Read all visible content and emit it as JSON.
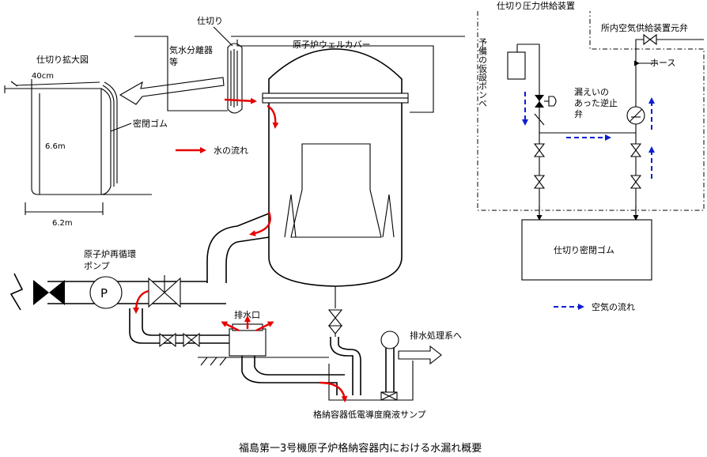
{
  "labels": {
    "partition": "仕切り",
    "enlarged_view": "仕切り拡大図",
    "separator_line1": "気水分離器",
    "separator_line2": "等",
    "well_cover": "原子炉ウェルカバー",
    "seal_rubber": "密閉ゴム",
    "dim_thickness": "40cm",
    "dim_height": "6.6m",
    "dim_width": "6.2m",
    "water_flow_legend": "水の流れ",
    "recirc_pump_line1": "原子炉再循環",
    "recirc_pump_line2": "ポンプ",
    "pump_symbol": "P",
    "drain_port": "排水口",
    "to_drain_system": "排水処理系へ",
    "sump": "格納容器低電導度廃液サンプ",
    "pressure_supply_device": "仕切り圧力供給装置",
    "plant_air_valve": "所内空気供給装置元弁",
    "hose": "ホース",
    "spare_cylinder": "予備の仮設ボンベ",
    "leaky_check_valve_line1": "漏えいの",
    "leaky_check_valve_line2": "あった逆止",
    "leaky_check_valve_line3": "弁",
    "partition_seal_box": "仕切り密閉ゴム",
    "air_flow_legend": "空気の流れ"
  },
  "caption": "福島第一3号機原子炉格納容器内における水漏れ概要",
  "colors": {
    "water_flow": "#e60000",
    "air_flow": "#0a1ed0",
    "line": "#000000"
  }
}
